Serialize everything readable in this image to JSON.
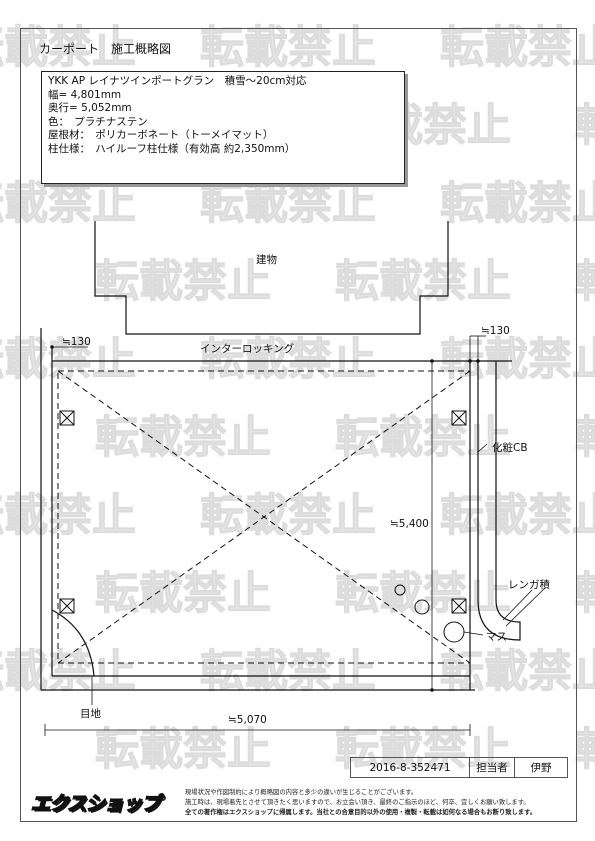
{
  "document": {
    "title": "カーポート　施工概略図",
    "watermark": "転載禁止"
  },
  "spec": {
    "product": "YKK AP レイナツインポートグラン　積雪～20cm対応",
    "width": "幅= 4,801mm",
    "depth": "奥行= 5,052mm",
    "color": "色：　プラチナステン",
    "roof": "屋根材：　ポリカーボネート（トーメイマット）",
    "post": "柱仕様：　ハイルーフ柱仕様（有効高 約2,350mm）"
  },
  "plan": {
    "building": "建物",
    "interlocking": "インターロッキング",
    "dim_left_130": "≒130",
    "dim_right_130": "≒130",
    "dim_depth": "≒5,400",
    "dim_width": "≒5,070",
    "cb": "化粧CB",
    "brick": "レンガ積",
    "mass": "マス",
    "meji": "目地"
  },
  "footer": {
    "doc_number": "2016-8-352471",
    "person_label": "担当者",
    "person_name": "伊野",
    "logo": "エクスショップ",
    "disclaimer": [
      "現場状況や作図制約により概略図の内容と多少の違いが生じることがございます。",
      "施工時は、現場着先とさせて頂きたく思いますので、お立会い頂き、最終のご指示のほど、何卒、宜しくお願い致します。",
      "全ての著作権はエクスショップに帰属します。当社との合意目的以外の使用・複製・転載は如何なる場合もお断り致します。"
    ]
  }
}
